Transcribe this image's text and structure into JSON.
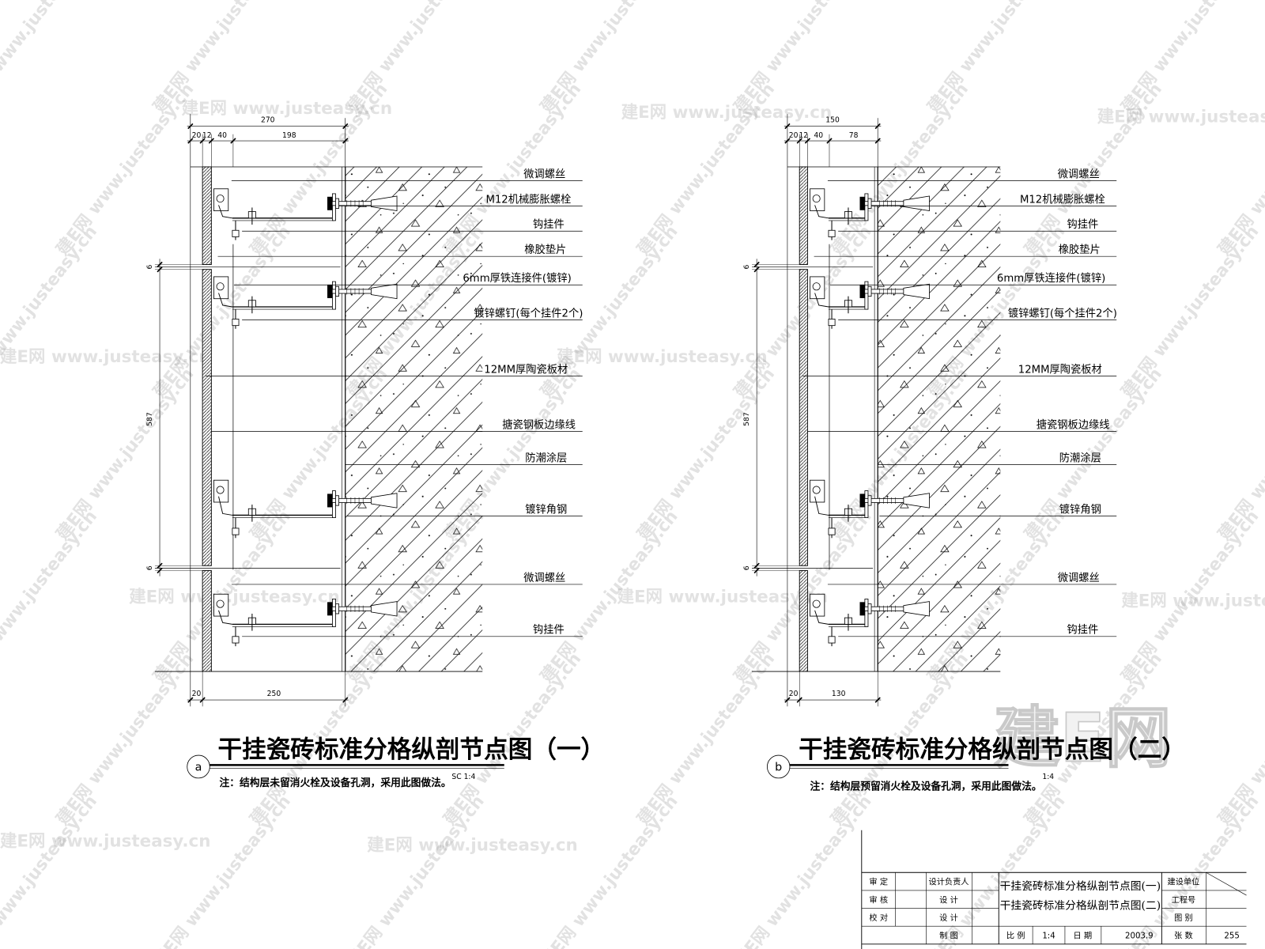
{
  "drawings": [
    {
      "marker": "a",
      "title": "干挂瓷砖标准分格纵剖节点图（一）",
      "scale": "SC  1:4",
      "note": "注：结构层未留消火栓及设备孔洞，采用此图做法。",
      "dim_top_total": "270",
      "dim_top_parts": [
        "20",
        "12",
        "40",
        "198"
      ],
      "dim_left": [
        "6",
        "587",
        "6"
      ],
      "dim_bottom": [
        "20",
        "250"
      ],
      "labels": [
        "微调螺丝",
        "M12机械膨胀螺栓",
        "钩挂件",
        "橡胶垫片",
        "6mm厚铁连接件(镀锌)",
        "镀锌螺钉(每个挂件2个)",
        "12MM厚陶瓷板材",
        "搪瓷钢板边缘线",
        "防潮涂层",
        "镀锌角钢",
        "微调螺丝",
        "钩挂件"
      ]
    },
    {
      "marker": "b",
      "title": "干挂瓷砖标准分格纵剖节点图（二）",
      "scale": "1:4",
      "note": "注：结构层预留消火栓及设备孔洞，采用此图做法。",
      "dim_top_total": "150",
      "dim_top_parts": [
        "20",
        "12",
        "40",
        "78"
      ],
      "dim_left": [
        "6",
        "587",
        "6"
      ],
      "dim_bottom": [
        "20",
        "130"
      ],
      "labels": [
        "微调螺丝",
        "M12机械膨胀螺栓",
        "钩挂件",
        "橡胶垫片",
        "6mm厚铁连接件(镀锌)",
        "镀锌螺钉(每个挂件2个)",
        "12MM厚陶瓷板材",
        "搪瓷钢板边缘线",
        "防潮涂层",
        "镀锌角钢",
        "微调螺丝",
        "钩挂件"
      ]
    }
  ],
  "title_block": {
    "review_labels": [
      "审  定",
      "审  核",
      "校  对"
    ],
    "design_labels": [
      "设计负责人",
      "设  计",
      "设  计",
      "制  图"
    ],
    "drawing_names": [
      "干挂瓷砖标准分格纵剖节点图(一)",
      "干挂瓷砖标准分格纵剖节点图(二)"
    ],
    "project_labels": [
      "建设单位",
      "工程号",
      "图  别"
    ],
    "scale_label": "比  例",
    "scale_value": "1:4",
    "date_label": "日  期",
    "date_value": "2003.9",
    "sheets_label": "张  数",
    "sheets_value": "255"
  },
  "watermark": {
    "logo": "建E网",
    "text": "建E网 www.justeasy.cn"
  }
}
